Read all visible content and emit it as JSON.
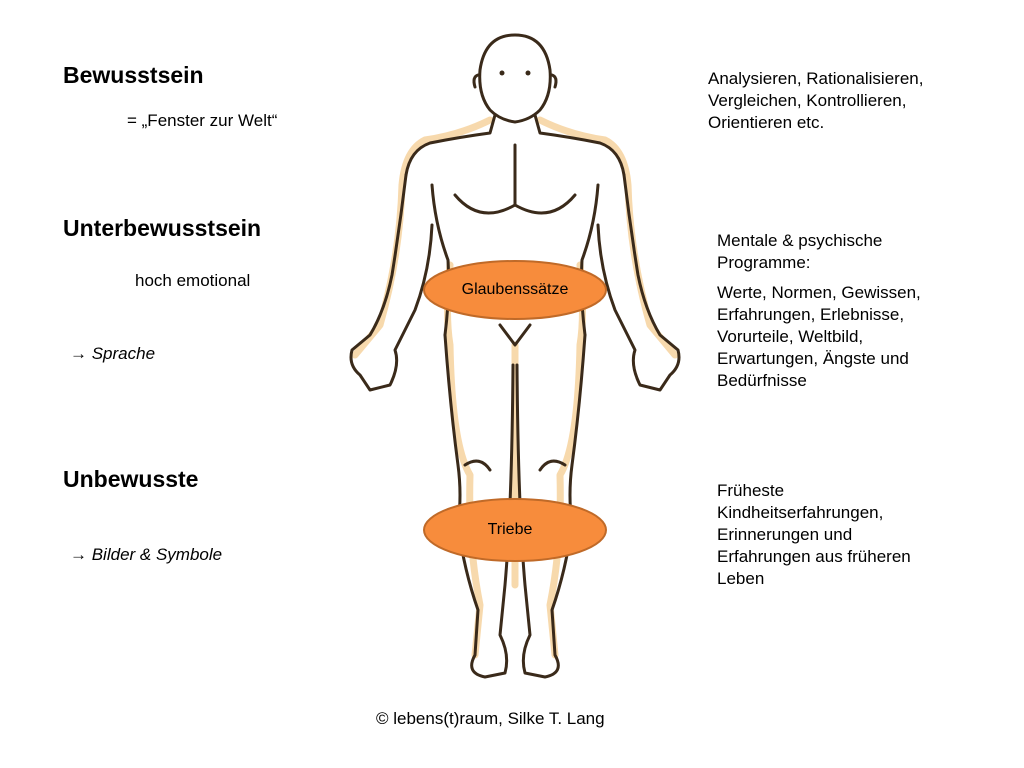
{
  "left": {
    "bewusstsein": {
      "heading": "Bewusstsein",
      "sub": "= „Fenster zur Welt“"
    },
    "unterbewusstsein": {
      "heading": "Unterbewusstsein",
      "sub": "hoch emotional",
      "arrow": "→ Sprache"
    },
    "unbewusste": {
      "heading": "Unbewusste",
      "arrow": "→ Bilder & Symbole"
    }
  },
  "right": {
    "bewusstsein_text": "Analysieren, Rationalisieren, Vergleichen, Kontrollieren, Orientieren etc.",
    "unterbewusstsein_title": "Mentale & psychische Programme:",
    "unterbewusstsein_text": "Werte, Normen, Gewissen, Erfahrungen, Erlebnisse, Vorurteile, Weltbild, Erwartungen, Ängste und Bedürfnisse",
    "unbewusste_text": "Früheste Kindheitserfahrungen, Erinnerungen und Erfahrungen aus früheren Leben"
  },
  "body_labels": {
    "oval_upper": "Glaubenssätze",
    "oval_lower": "Triebe"
  },
  "colors": {
    "oval_fill": "#f78c3c",
    "oval_stroke": "#c06a28",
    "figure_outline": "#3a2a1a",
    "figure_glow": "#f4c98a"
  },
  "footer": {
    "copyright": "©  lebens(t)raum, Silke T. Lang"
  }
}
